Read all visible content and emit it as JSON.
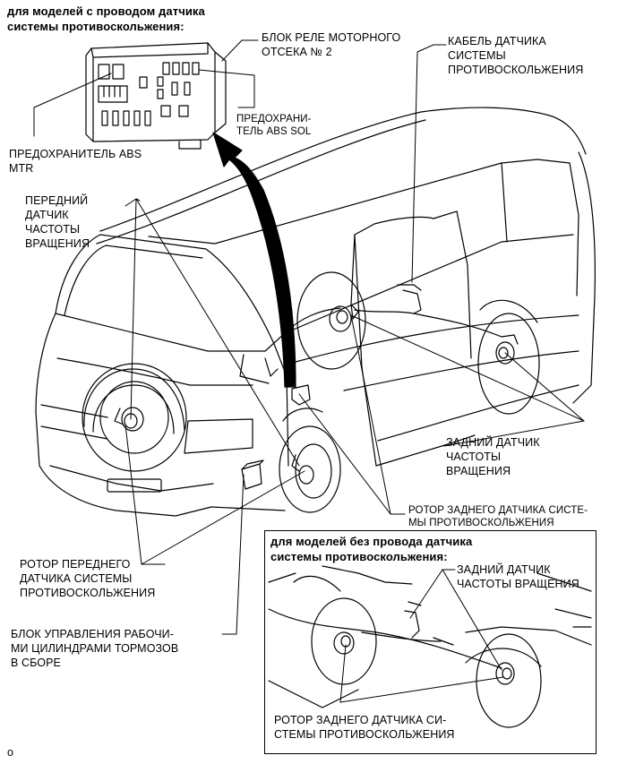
{
  "header_with_wire": "для моделей с проводом датчика\nсистемы противоскольжения:",
  "relay_block": "БЛОК РЕЛЕ МОТОРНОГО\nОТСЕКА № 2",
  "abs_sol_fuse": "ПРЕДОХРАНИ-\nТЕЛЬ ABS SOL",
  "abs_mtr_fuse": "ПРЕДОХРАНИТЕЛЬ ABS\nMTR",
  "skid_cable": "КАБЕЛЬ ДАТЧИКА\nСИСТЕМЫ\nПРОТИВОСКОЛЬЖЕНИЯ",
  "front_speed_sensor": "ПЕРЕДНИЙ\nДАТЧИК\nЧАСТОТЫ\nВРАЩЕНИЯ",
  "rear_speed_sensor": "ЗАДНИЙ ДАТЧИК\nЧАСТОТЫ\nВРАЩЕНИЯ",
  "rear_rotor": "РОТОР ЗАДНЕГО ДАТЧИКА СИСТЕ-\nМЫ ПРОТИВОСКОЛЬЖЕНИЯ",
  "front_rotor": "РОТОР ПЕРЕДНЕГО\nДАТЧИКА СИСТЕМЫ\nПРОТИВОСКОЛЬЖЕНИЯ",
  "actuator": "БЛОК УПРАВЛЕНИЯ РАБОЧИ-\nМИ ЦИЛИНДРАМИ ТОРМОЗОВ\nВ СБОРЕ",
  "inset": {
    "header_without_wire": "для моделей без провода датчика\nсистемы противоскольжения:",
    "rear_speed_sensor": "ЗАДНИЙ ДАТЧИК\nЧАСТОТЫ ВРАЩЕНИЯ",
    "rear_rotor": "РОТОР ЗАДНЕГО ДАТЧИКА СИ-\nСТЕМЫ ПРОТИВОСКОЛЬЖЕНИЯ"
  },
  "footer_code": "o"
}
